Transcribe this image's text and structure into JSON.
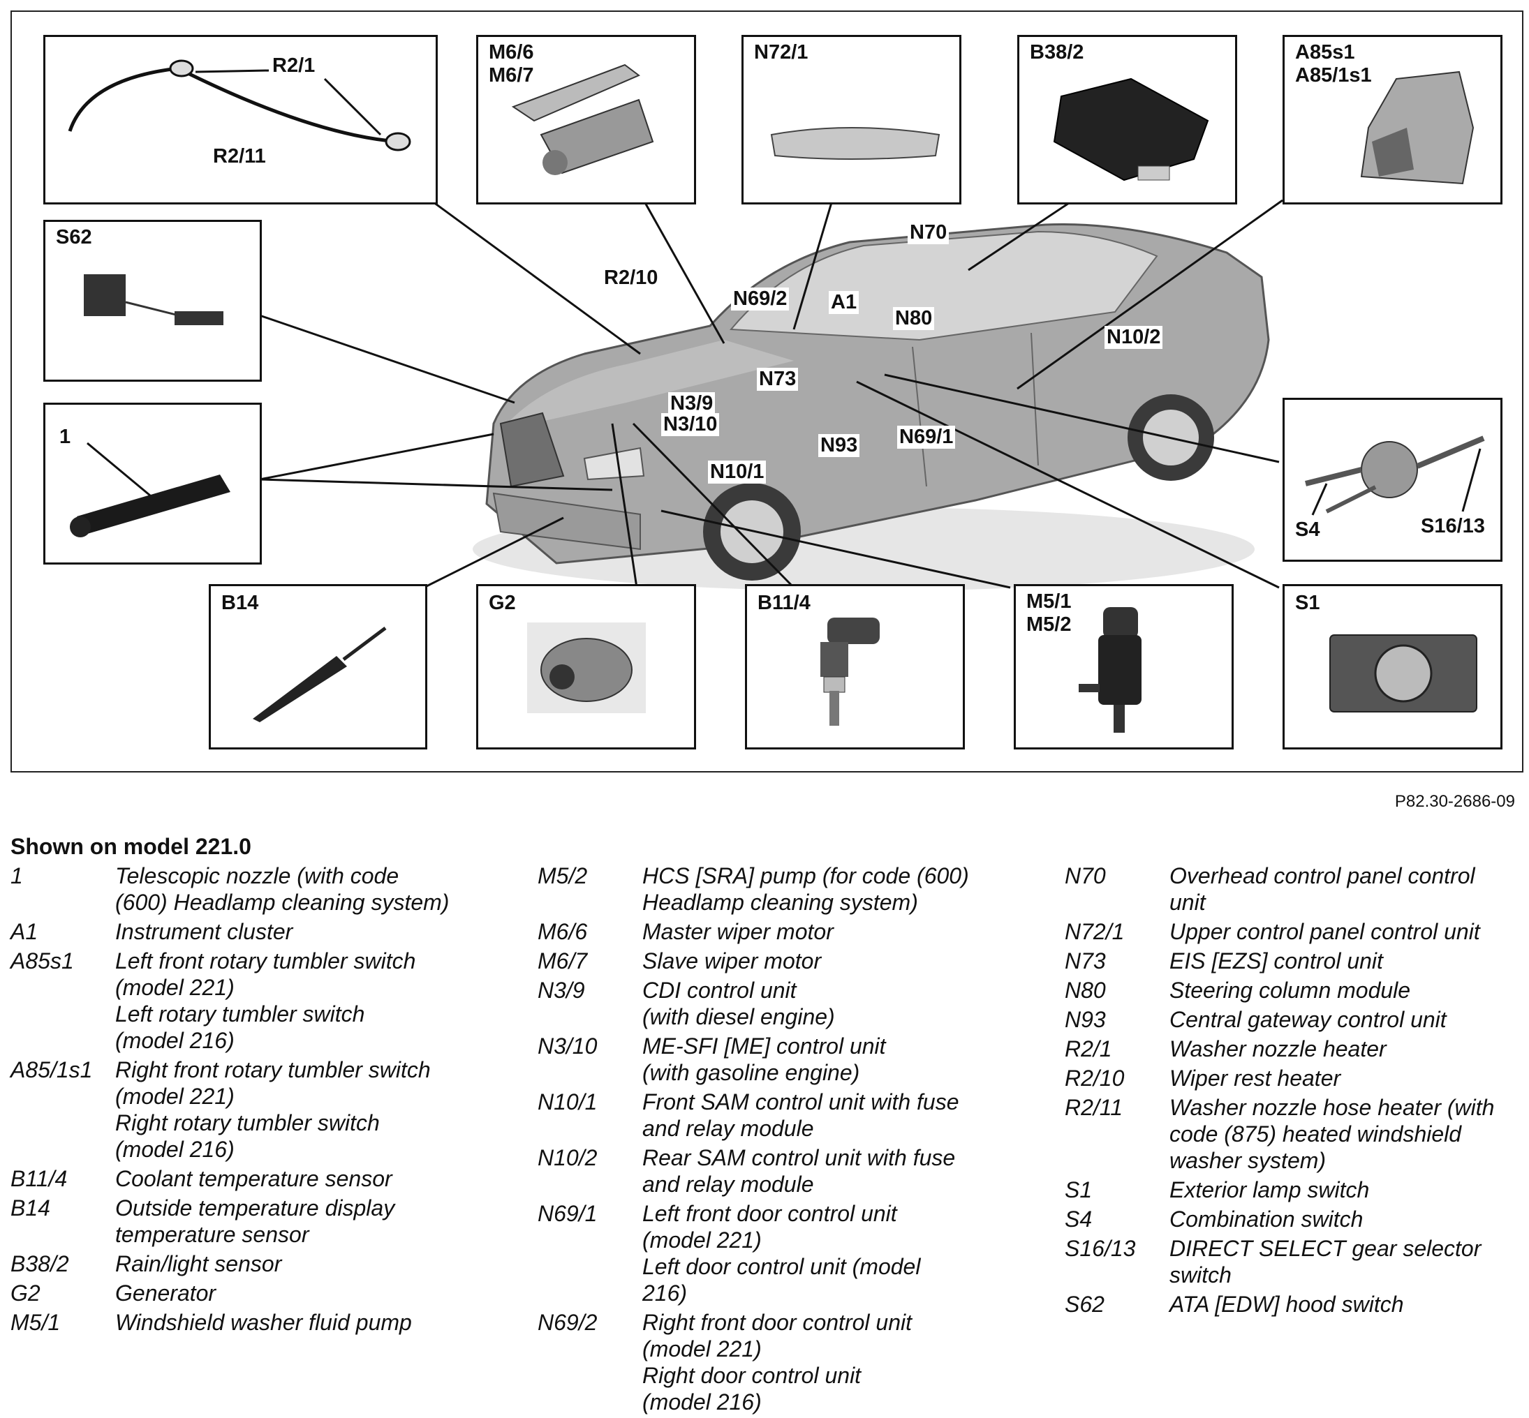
{
  "figure": {
    "doc_ref": "P82.30-2686-09",
    "callouts": {
      "r2_1": "R2/1",
      "r2_11": "R2/11",
      "m6_6_m6_7": "M6/6\nM6/7",
      "n72_1": "N72/1",
      "b38_2": "B38/2",
      "a85s1_a85_1s1": "A85s1\nA85/1s1",
      "s62": "S62",
      "one": "1",
      "s4": "S4",
      "s16_13": "S16/13",
      "b14": "B14",
      "g2": "G2",
      "b11_4": "B11/4",
      "m5_1_m5_2": "M5/1\nM5/2",
      "s1": "S1"
    },
    "car_labels": {
      "n70": "N70",
      "r2_10": "R2/10",
      "n69_2": "N69/2",
      "a1": "A1",
      "n80": "N80",
      "n10_2": "N10/2",
      "n73": "N73",
      "n3_9": "N3/9",
      "n3_10": "N3/10",
      "n93": "N93",
      "n69_1": "N69/1",
      "n10_1": "N10/1"
    }
  },
  "legend": {
    "title": "Shown on model 221.0",
    "columns": [
      [
        {
          "code": "1",
          "desc": "Telescopic nozzle (with code\n(600) Headlamp cleaning system)"
        },
        {
          "code": "A1",
          "desc": "Instrument cluster"
        },
        {
          "code": "A85s1",
          "desc": "Left front rotary tumbler switch\n(model 221)\nLeft rotary tumbler switch\n(model 216)"
        },
        {
          "code": "A85/1s1",
          "desc": "Right front rotary tumbler switch\n(model 221)\nRight rotary tumbler switch\n(model 216)"
        },
        {
          "code": "B11/4",
          "desc": "Coolant temperature sensor"
        },
        {
          "code": "B14",
          "desc": "Outside temperature display\ntemperature sensor"
        },
        {
          "code": "B38/2",
          "desc": "Rain/light sensor"
        },
        {
          "code": "G2",
          "desc": "Generator"
        },
        {
          "code": "M5/1",
          "desc": "Windshield washer fluid pump"
        }
      ],
      [
        {
          "code": "M5/2",
          "desc": "HCS [SRA] pump (for code (600)\nHeadlamp cleaning system)"
        },
        {
          "code": "M6/6",
          "desc": "Master wiper motor"
        },
        {
          "code": "M6/7",
          "desc": "Slave wiper motor"
        },
        {
          "code": "N3/9",
          "desc": "CDI control unit\n(with diesel engine)"
        },
        {
          "code": "N3/10",
          "desc": "ME-SFI [ME] control unit\n(with gasoline engine)"
        },
        {
          "code": "N10/1",
          "desc": "Front SAM control unit with fuse\nand relay module"
        },
        {
          "code": "N10/2",
          "desc": "Rear SAM control unit with fuse\nand relay module"
        },
        {
          "code": "N69/1",
          "desc": "Left front door control unit\n(model 221)\nLeft door control unit (model\n216)"
        },
        {
          "code": "N69/2",
          "desc": "Right front door control unit\n(model 221)\nRight door control unit\n(model 216)"
        }
      ],
      [
        {
          "code": "N70",
          "desc": "Overhead control panel control\nunit"
        },
        {
          "code": "N72/1",
          "desc": "Upper control panel control unit"
        },
        {
          "code": "N73",
          "desc": "EIS [EZS] control unit"
        },
        {
          "code": "N80",
          "desc": "Steering column module"
        },
        {
          "code": "N93",
          "desc": "Central gateway control unit"
        },
        {
          "code": "R2/1",
          "desc": "Washer nozzle heater"
        },
        {
          "code": "R2/10",
          "desc": "Wiper rest heater"
        },
        {
          "code": "R2/11",
          "desc": "Washer nozzle hose heater (with\ncode (875) heated windshield\nwasher system)"
        },
        {
          "code": "S1",
          "desc": "Exterior lamp switch"
        },
        {
          "code": "S4",
          "desc": "Combination switch"
        },
        {
          "code": "S16/13",
          "desc": "DIRECT SELECT gear selector\nswitch"
        },
        {
          "code": "S62",
          "desc": "ATA [EDW] hood switch"
        }
      ]
    ]
  }
}
